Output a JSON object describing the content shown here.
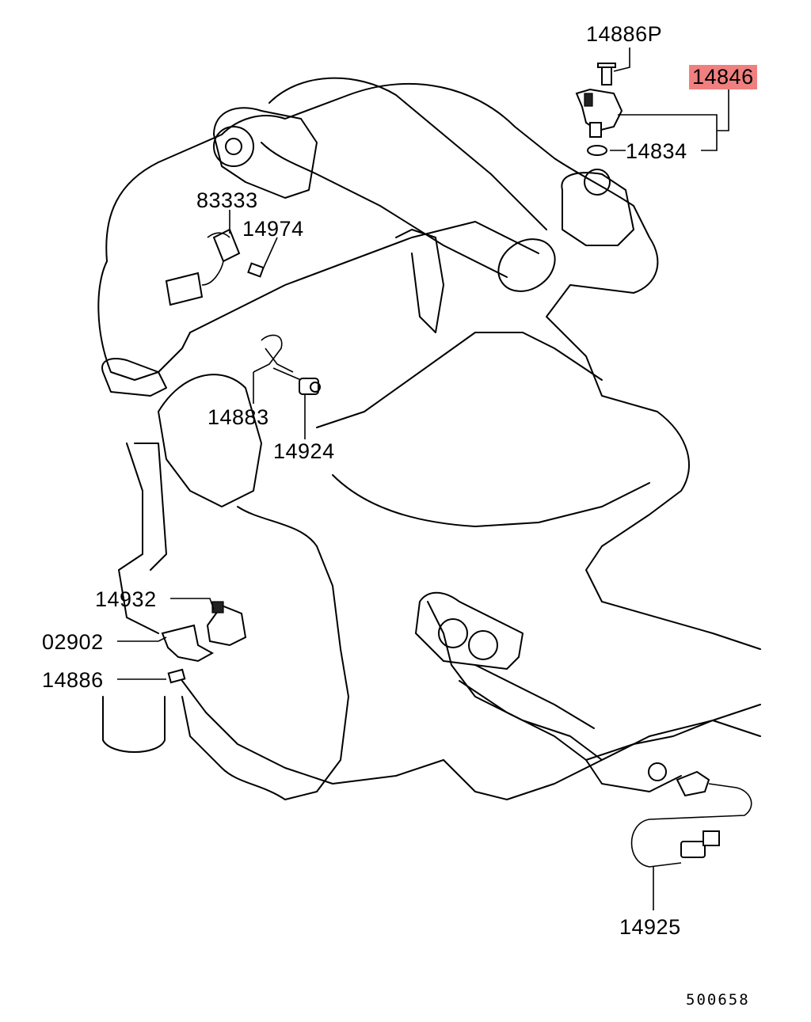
{
  "labels": {
    "p14886p": "14886P",
    "p14846": "14846",
    "p14834": "14834",
    "p83333": "83333",
    "p14974": "14974",
    "p14883": "14883",
    "p14924": "14924",
    "p14932": "14932",
    "p02902": "02902",
    "p14886": "14886",
    "p14925": "14925"
  },
  "highlight_color": "#f08080",
  "figure_number": "500658"
}
